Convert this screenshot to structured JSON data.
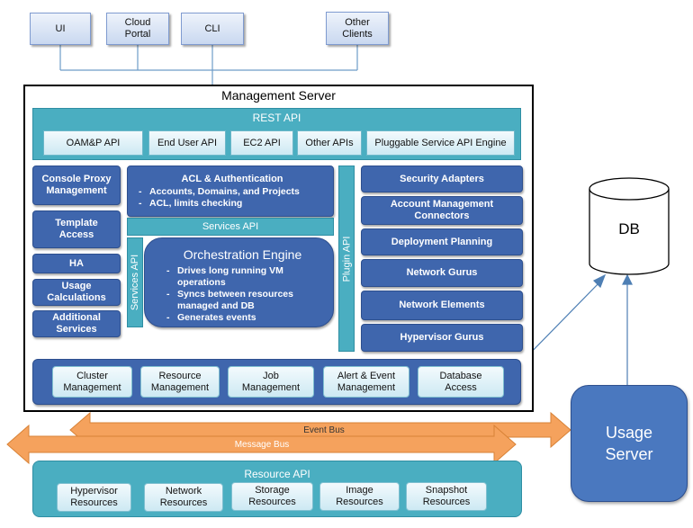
{
  "clients": [
    "UI",
    "Cloud\nPortal",
    "CLI",
    "Other\nClients"
  ],
  "management_server": {
    "title": "Management Server",
    "rest_api": {
      "title": "REST API",
      "items": [
        "OAM&P API",
        "End User API",
        "EC2 API",
        "Other APIs",
        "Pluggable Service API Engine"
      ]
    },
    "left_modules": [
      "Console Proxy\nManagement",
      "Template\nAccess",
      "HA",
      "Usage\nCalculations",
      "Additional\nServices"
    ],
    "acl": {
      "title": "ACL & Authentication",
      "items": [
        "Accounts, Domains, and Projects",
        "ACL, limits checking"
      ]
    },
    "services_api": "Services API",
    "services_api_vertical": "Services API",
    "orchestration": {
      "title": "Orchestration Engine",
      "items": [
        "Drives long running VM\noperations",
        "Syncs between resources\nmanaged and DB",
        "Generates events"
      ]
    },
    "plugin_api": "Plugin API",
    "right_modules": [
      "Security Adapters",
      "Account Management\nConnectors",
      "Deployment Planning",
      "Network Gurus",
      "Network Elements",
      "Hypervisor Gurus"
    ],
    "bottom_modules": [
      "Cluster\nManagement",
      "Resource\nManagement",
      "Job\nManagement",
      "Alert & Event\nManagement",
      "Database\nAccess"
    ]
  },
  "db": "DB",
  "usage_server": "Usage\nServer",
  "event_bus": "Event Bus",
  "message_bus": "Message Bus",
  "resource_api": {
    "title": "Resource API",
    "items": [
      "Hypervisor\nResources",
      "Network\nResources",
      "Storage\nResources",
      "Image\nResources",
      "Snapshot\nResources"
    ]
  },
  "colors": {
    "module_blue": "#3f66ad",
    "api_teal": "#4aaec1",
    "bus_orange": "#f5a25d",
    "usage_server": "#4a78bf"
  }
}
